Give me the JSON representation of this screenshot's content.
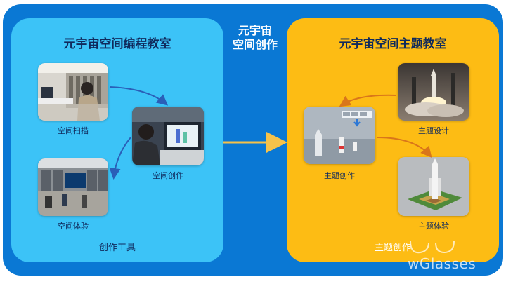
{
  "center": {
    "title_line1": "元宇宙",
    "title_line2": "空间创作"
  },
  "left_panel": {
    "title": "元宇宙空间编程教室",
    "footer": "创作工具",
    "items": [
      {
        "label": "空间扫描"
      },
      {
        "label": "空间创作"
      },
      {
        "label": "空间体验"
      }
    ]
  },
  "right_panel": {
    "title": "元宇宙空间主题教室",
    "footer": "主题创作",
    "items": [
      {
        "label": "主题设计"
      },
      {
        "label": "主题创作"
      },
      {
        "label": "主题体验"
      }
    ]
  },
  "watermark": "wGlasses",
  "colors": {
    "frame": "#0a78d4",
    "left_panel": "#3cc3f7",
    "right_panel": "#fdbc14",
    "title_text": "#102a5c",
    "center_arrow": "#f6c24a"
  }
}
